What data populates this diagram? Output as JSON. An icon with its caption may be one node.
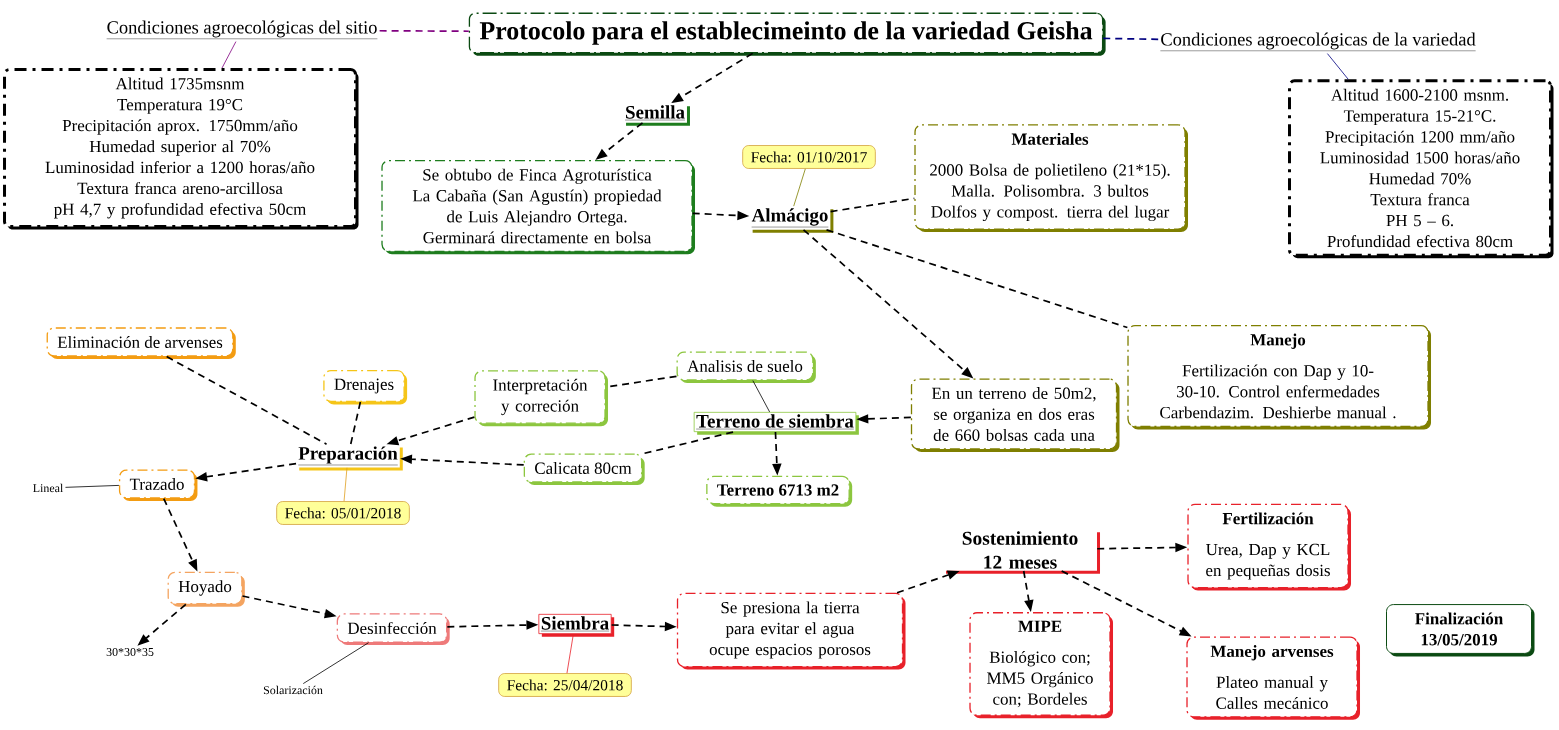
{
  "diagram": {
    "nodes": [
      {
        "text": [
          "Protocolo para el establecimeinto de la variedad Geisha"
        ]
      },
      {
        "text": [
          "Condiciones agroecológicas del sitio"
        ]
      },
      {
        "text": [
          "Altitud 1735msnm",
          "Temperatura 19°C",
          "Precipitación aprox. 1750mm/año",
          "Humedad superior al 70%",
          "Luminosidad inferior a 1200 horas/año",
          "Textura franca areno-arcillosa",
          "pH 4,7 y profundidad efectiva 50cm"
        ]
      },
      {
        "text": [
          "Condiciones agroecológicas de la variedad"
        ]
      },
      {
        "text": [
          "Altitud 1600-2100 msnm.",
          "Temperatura 15-21°C.",
          "Precipitación 1200 mm/año",
          "Luminosidad 1500 horas/año",
          "Humedad  70%",
          "Textura franca",
          "PH 5 – 6.",
          "Profundidad efectiva 80cm"
        ]
      },
      {
        "text": [
          "Semilla"
        ]
      },
      {
        "text": [
          "Se obtubo de Finca Agroturística La Cabaña (San Agustín) propiedad de Luis Alejandro Ortega. Germinará directamente en bolsa"
        ]
      },
      {
        "text": [
          "Fecha: 01/10/2017"
        ]
      },
      {
        "text": [
          "Almácigo"
        ]
      },
      {
        "text": [
          "Materiales",
          "2000 Bolsa de polietileno (21*15). Malla. Polisombra. 3 bultos Dolfos y compost. tierra del lugar"
        ]
      },
      {
        "text": [
          "Manejo",
          "Fertilización con Dap y 10-30-10. Control enfermedades Carbendazim. Deshierbe manual ."
        ]
      },
      {
        "text": [
          "En un terreno de 50m2, se organiza en dos eras de 660 bolsas cada una"
        ]
      },
      {
        "text": [
          "Eliminación de arvenses"
        ]
      },
      {
        "text": [
          "Drenajes"
        ]
      },
      {
        "text": [
          "Interpretación y correción"
        ]
      },
      {
        "text": [
          "Analisis de suelo"
        ]
      },
      {
        "text": [
          "Terreno de siembra"
        ]
      },
      {
        "text": [
          "Preparación"
        ]
      },
      {
        "text": [
          "Calicata 80cm"
        ]
      },
      {
        "text": [
          "Terreno 6713 m2"
        ]
      },
      {
        "text": [
          "Fecha: 05/01/2018"
        ]
      },
      {
        "text": [
          "Trazado"
        ]
      },
      {
        "text": [
          "Lineal"
        ]
      },
      {
        "text": [
          "Hoyado"
        ]
      },
      {
        "text": [
          "30*30*35"
        ]
      },
      {
        "text": [
          "Desinfección"
        ]
      },
      {
        "text": [
          "Solarización"
        ]
      },
      {
        "text": [
          "Siembra"
        ]
      },
      {
        "text": [
          "Fecha: 25/04/2018"
        ]
      },
      {
        "text": [
          "Se presiona la tierra para evitar el agua ocupe espacios porosos"
        ]
      },
      {
        "text": [
          "Sostenimiento 12 meses"
        ]
      },
      {
        "text": [
          "Fertilización",
          "Urea, Dap y KCL en pequeñas dosis"
        ]
      },
      {
        "text": [
          "MIPE",
          "Biológico con; MM5 Orgánico con; Bordeles"
        ]
      },
      {
        "text": [
          "Manejo arvenses",
          "Plateo manual y Calles mecánico"
        ]
      },
      {
        "text": [
          "Finalización 13/05/2019"
        ]
      }
    ],
    "edges": [
      {
        "from": 1,
        "to": 0,
        "arrow": "none",
        "style": "dashed",
        "color": "#800080"
      },
      {
        "from": 1,
        "to": 2,
        "arrow": "none",
        "color": "#800080"
      },
      {
        "from": 0,
        "to": 3,
        "arrow": "none",
        "style": "dashed",
        "color": "#000080"
      },
      {
        "from": 3,
        "to": 4,
        "arrow": "none",
        "color": "#000080"
      },
      {
        "from": 0,
        "to": 5,
        "arrow": "to",
        "style": "dashed"
      },
      {
        "from": 5,
        "to": 6,
        "arrow": "to",
        "style": "dashed"
      },
      {
        "from": 6,
        "to": 8,
        "arrow": "to",
        "style": "dashed"
      },
      {
        "from": 7,
        "to": 8,
        "arrow": "none",
        "color": "#7f7f00"
      },
      {
        "from": 8,
        "to": 9,
        "arrow": "none",
        "style": "dashed"
      },
      {
        "from": 8,
        "to": 11,
        "arrow": "to",
        "style": "dashed"
      },
      {
        "from": 8,
        "to": 10,
        "arrow": "none",
        "style": "dashed"
      },
      {
        "from": 11,
        "to": 16,
        "arrow": "to",
        "style": "dashed"
      },
      {
        "from": 15,
        "to": 14,
        "arrow": "none",
        "style": "dashed"
      },
      {
        "from": 15,
        "to": 16,
        "arrow": "none"
      },
      {
        "from": 16,
        "to": 19,
        "arrow": "to",
        "style": "dashed"
      },
      {
        "from": 16,
        "to": 18,
        "arrow": "none",
        "style": "dashed"
      },
      {
        "from": 14,
        "to": 17,
        "arrow": "to",
        "style": "dashed"
      },
      {
        "from": 18,
        "to": 17,
        "arrow": "to",
        "style": "dashed"
      },
      {
        "from": 12,
        "to": 17,
        "arrow": "none",
        "style": "dashed"
      },
      {
        "from": 13,
        "to": 17,
        "arrow": "none",
        "style": "dashed"
      },
      {
        "from": 17,
        "to": 21,
        "arrow": "to",
        "style": "dashed"
      },
      {
        "from": 17,
        "to": 20,
        "arrow": "none",
        "color": "#e0a020"
      },
      {
        "from": 22,
        "to": 21,
        "arrow": "none"
      },
      {
        "from": 21,
        "to": 23,
        "arrow": "to",
        "style": "dashed"
      },
      {
        "from": 23,
        "to": 24,
        "arrow": "to",
        "style": "dashed"
      },
      {
        "from": 23,
        "to": 25,
        "arrow": "to",
        "style": "dashed"
      },
      {
        "from": 25,
        "to": 26,
        "arrow": "none"
      },
      {
        "from": 25,
        "to": 27,
        "arrow": "to",
        "style": "dashed"
      },
      {
        "from": 27,
        "to": 28,
        "arrow": "none",
        "color": "#e8212a"
      },
      {
        "from": 27,
        "to": 29,
        "arrow": "to",
        "style": "dashed"
      },
      {
        "from": 29,
        "to": 30,
        "arrow": "to",
        "style": "dashed"
      },
      {
        "from": 30,
        "to": 31,
        "arrow": "to",
        "style": "dashed"
      },
      {
        "from": 30,
        "to": 32,
        "arrow": "to",
        "style": "dashed"
      },
      {
        "from": 30,
        "to": 33,
        "arrow": "to",
        "style": "dashed"
      }
    ]
  }
}
